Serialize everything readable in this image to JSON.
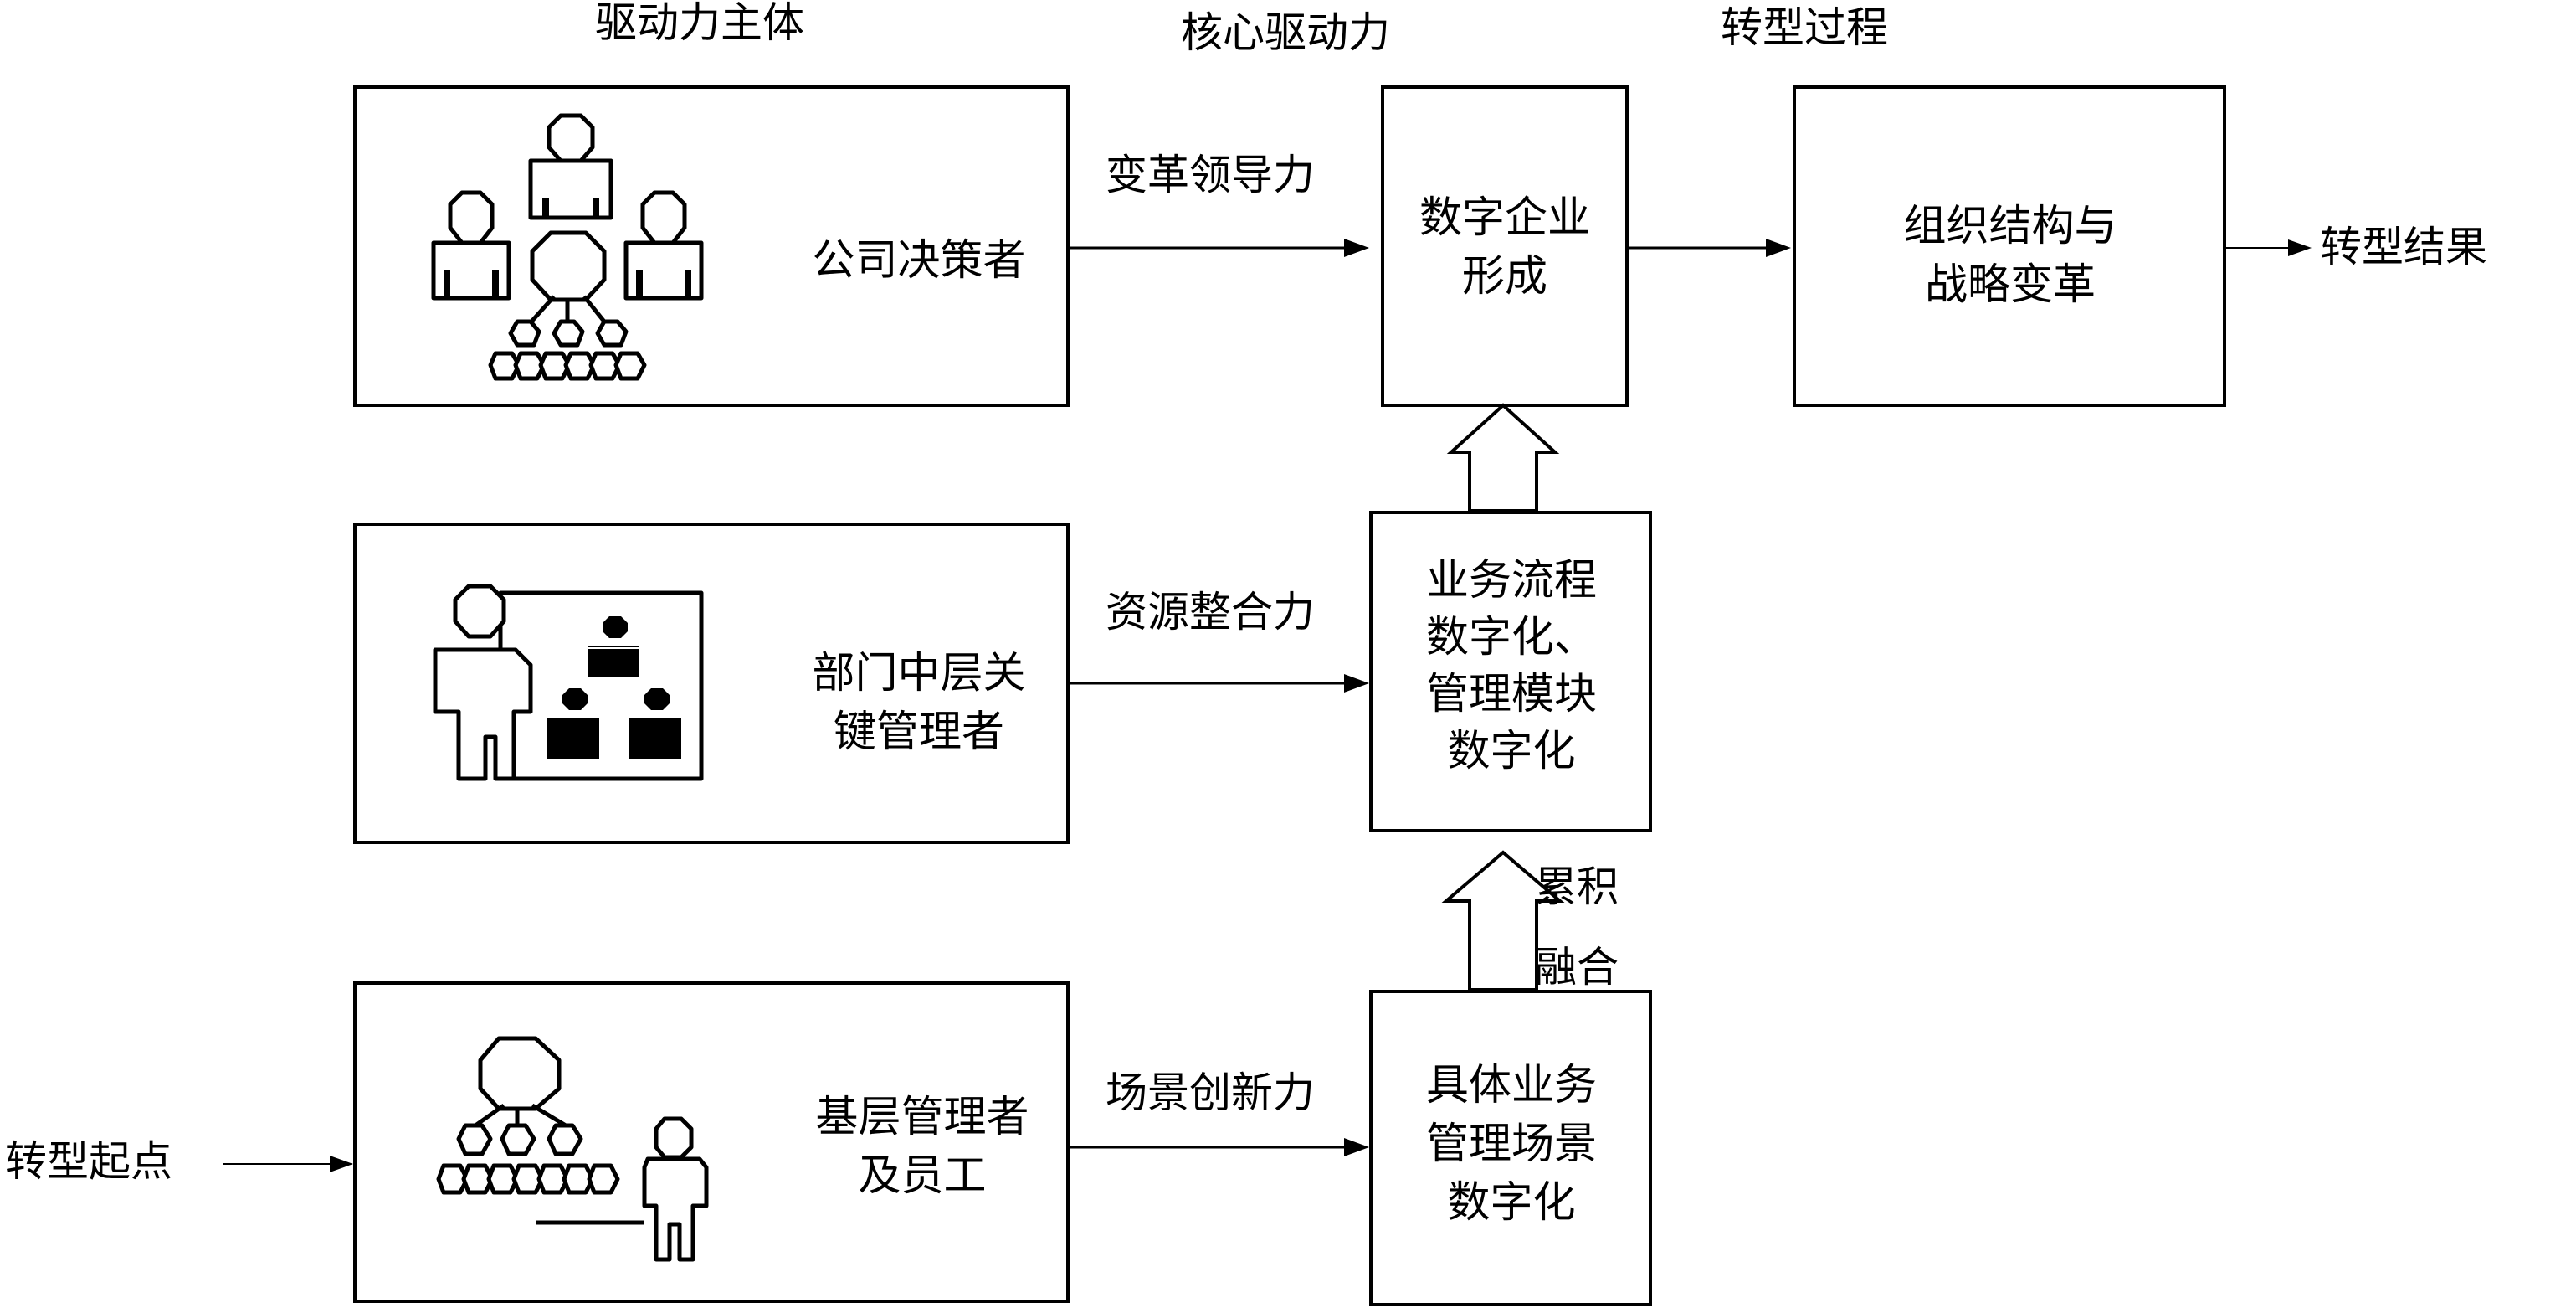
{
  "headers": {
    "drivers": "驱动力主体",
    "core_forces": "核心驱动力",
    "process": "转型过程"
  },
  "actors": {
    "top": "公司决策者",
    "middle": [
      "部门中层关",
      "键管理者"
    ],
    "bottom": [
      "基层管理者",
      "及员工"
    ]
  },
  "forces": {
    "top": "变革领导力",
    "middle": "资源整合力",
    "bottom": "场景创新力"
  },
  "process_boxes": {
    "digital_enterprise": [
      "数字企业",
      "形成"
    ],
    "process_digitalization": [
      "业务流程",
      "数字化、",
      "管理模块",
      "数字化"
    ],
    "scene_digitalization": [
      "具体业务",
      "管理场景",
      "数字化"
    ],
    "org_change": [
      "组织结构与",
      "战略变革"
    ]
  },
  "vertical_labels": {
    "accumulate": "累积",
    "fuse": "融合"
  },
  "endpoints": {
    "start": "转型起点",
    "result": "转型结果"
  }
}
